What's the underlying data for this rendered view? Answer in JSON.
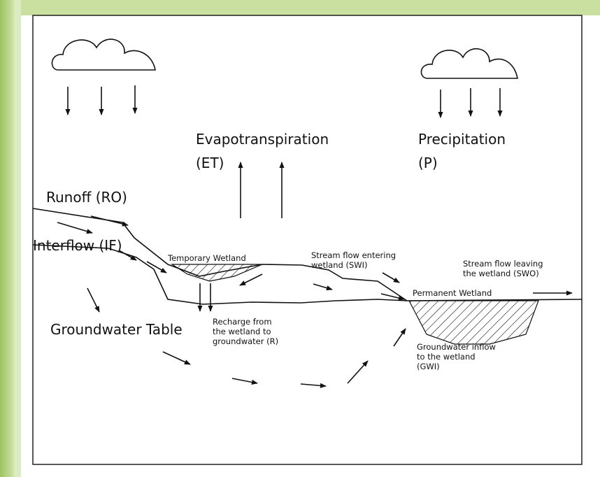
{
  "colors": {
    "slide_green_light": "#c7df9d",
    "slide_green_dark": "#97bd5b",
    "panel_white": "#ffffff",
    "ink": "#111111"
  },
  "labels": {
    "evapotranspiration": "Evapotranspiration",
    "et_abbrev": "(ET)",
    "precipitation": "Precipitation",
    "p_abbrev": "(P)",
    "runoff": "Runoff (RO)",
    "interflow": "Interflow (IF)",
    "temporary_wetland": "Temporary Wetland",
    "stream_in_line1": "Stream flow entering",
    "stream_in_line2": "wetland (SWI)",
    "stream_out_line1": "Stream flow leaving",
    "stream_out_line2": "the wetland (SWO)",
    "permanent_wetland": "Permanent Wetland",
    "groundwater_table": "Groundwater Table",
    "recharge_line1": "Recharge from",
    "recharge_line2": "the wetland to",
    "recharge_line3": "groundwater (R)",
    "gwi_line1": "Groundwater inflow",
    "gwi_line2": "to the wetland",
    "gwi_line3": "(GWI)"
  },
  "icons": {
    "cloud_left": "cloud-icon",
    "cloud_right": "cloud-icon"
  }
}
